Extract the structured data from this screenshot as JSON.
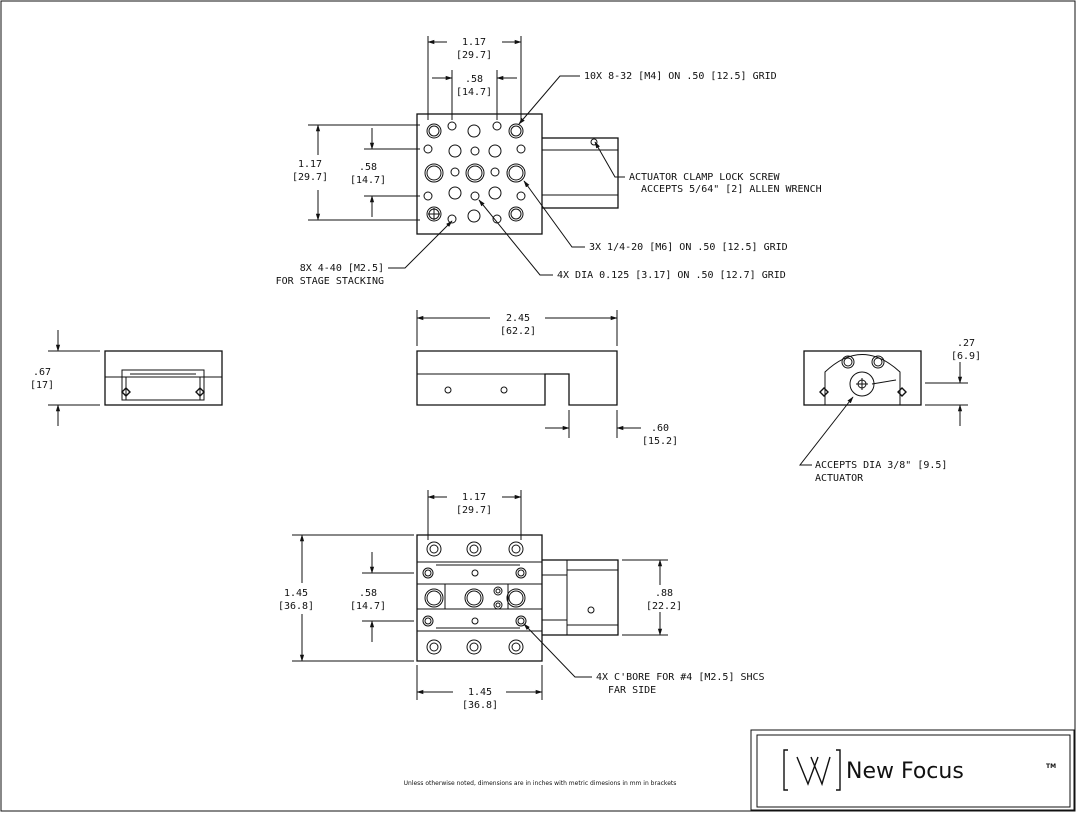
{
  "top_view": {
    "width_in": "1.17",
    "width_mm": "[29.7]",
    "hole_spacing_in": ".58",
    "hole_spacing_mm": "[14.7]",
    "height_in": "1.17",
    "height_mm": "[29.7]",
    "vspacing_in": ".58",
    "vspacing_mm": "[14.7]",
    "callout_tapped": "10X 8-32 [M4] ON .50 [12.5] GRID",
    "callout_clamp_1": "ACTUATOR CLAMP LOCK SCREW",
    "callout_clamp_2": "ACCEPTS 5/64\" [2] ALLEN WRENCH",
    "callout_quarter": "3X 1/4-20 [M6] ON .50 [12.5] GRID",
    "callout_dia": "4X DIA 0.125 [3.17] ON .50 [12.7] GRID",
    "callout_stack_1": "8X 4-40 [M2.5]",
    "callout_stack_2": "FOR STAGE STACKING"
  },
  "front_view": {
    "length_in": "2.45",
    "length_mm": "[62.2]",
    "travel_in": ".60",
    "travel_mm": "[15.2]"
  },
  "left_view": {
    "height_in": ".67",
    "height_mm": "[17]"
  },
  "right_view": {
    "offset_in": ".27",
    "offset_mm": "[6.9]",
    "callout_1": "ACCEPTS DIA 3/8\" [9.5]",
    "callout_2": "ACTUATOR"
  },
  "bottom_view": {
    "width_in": "1.17",
    "width_mm": "[29.7]",
    "height_in": "1.45",
    "height_mm": "[36.8]",
    "spacing_in": ".58",
    "spacing_mm": "[14.7]",
    "actuator_in": ".88",
    "actuator_mm": "[22.2]",
    "base_in": "1.45",
    "base_mm": "[36.8]",
    "callout_1": "4X C'BORE FOR #4 [M2.5] SHCS",
    "callout_2": "FAR SIDE"
  },
  "footer_note": "Unless otherwise noted, dimensions are in inches with metric dimesions in mm in brackets",
  "title_block": {
    "brand": "New Focus",
    "trademark": "TM"
  }
}
